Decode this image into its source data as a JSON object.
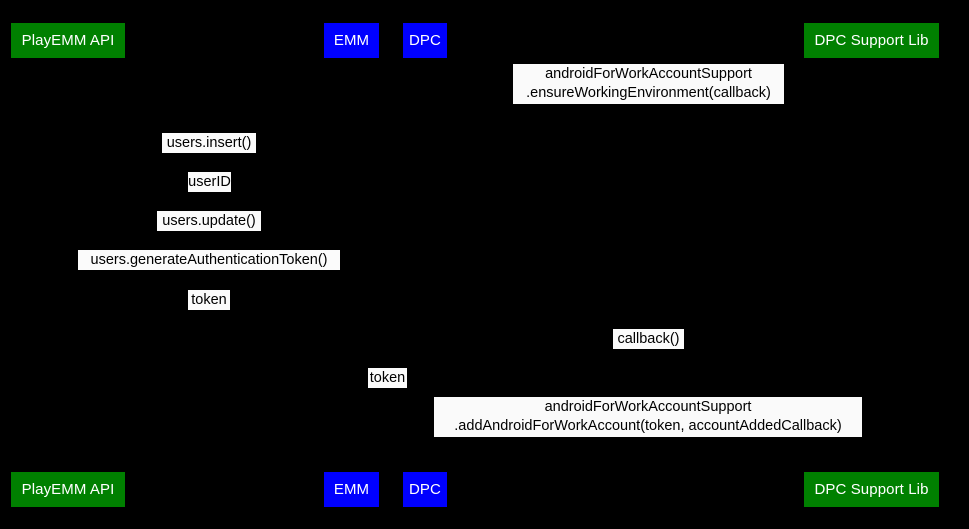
{
  "diagram": {
    "type": "uml-sequence-diagram",
    "background_color": "#000000",
    "participant_colors": {
      "green": "#008000",
      "blue": "#0000ff",
      "participant_text": "#ffffff",
      "message_label_background": "#fafafa",
      "message_label_text": "#000000"
    },
    "participants": [
      {
        "id": "playemm-api",
        "label": "PlayEMM API",
        "color": "green"
      },
      {
        "id": "emm",
        "label": "EMM",
        "color": "blue"
      },
      {
        "id": "dpc",
        "label": "DPC",
        "color": "blue"
      },
      {
        "id": "dpc-support-lib",
        "label": "DPC Support Lib",
        "color": "green"
      }
    ],
    "messages": [
      {
        "id": "ensure-working-environment",
        "from": "dpc",
        "to": "dpc-support-lib",
        "lines": [
          "androidForWorkAccountSupport",
          ".ensureWorkingEnvironment(callback)"
        ]
      },
      {
        "id": "users-insert",
        "from": "emm",
        "to": "playemm-api",
        "lines": [
          "users.insert()"
        ]
      },
      {
        "id": "user-id",
        "from": "playemm-api",
        "to": "emm",
        "lines": [
          "userID"
        ]
      },
      {
        "id": "users-update",
        "from": "emm",
        "to": "playemm-api",
        "lines": [
          "users.update()"
        ]
      },
      {
        "id": "users-generate-authentication-token",
        "from": "emm",
        "to": "playemm-api",
        "lines": [
          "users.generateAuthenticationToken()"
        ]
      },
      {
        "id": "token-to-emm",
        "from": "playemm-api",
        "to": "emm",
        "lines": [
          "token"
        ]
      },
      {
        "id": "callback",
        "from": "dpc-support-lib",
        "to": "dpc",
        "lines": [
          "callback()"
        ]
      },
      {
        "id": "token-to-dpc",
        "from": "emm",
        "to": "dpc",
        "lines": [
          "token"
        ]
      },
      {
        "id": "add-android-for-work-account",
        "from": "dpc",
        "to": "dpc-support-lib",
        "lines": [
          "androidForWorkAccountSupport",
          ".addAndroidForWorkAccount(token, accountAddedCallback)"
        ]
      }
    ]
  }
}
